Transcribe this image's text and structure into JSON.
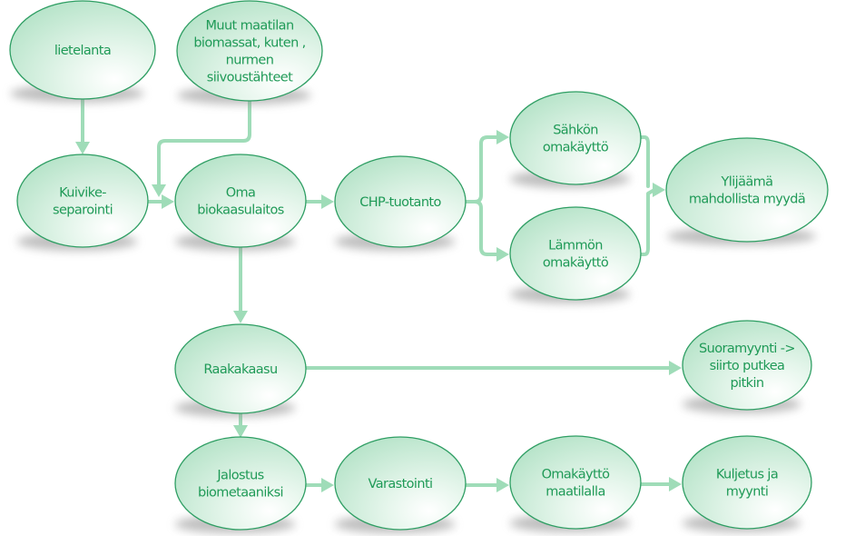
{
  "colors": {
    "node_fill_light": "#ffffff",
    "node_fill_dark": "#b9e6cc",
    "node_stroke": "#2e9e63",
    "text": "#1f9a57",
    "connector": "#9fdcb8",
    "shadow": "#8a8a8a"
  },
  "nodes": {
    "lietelanta": {
      "lines": [
        "lietelanta"
      ]
    },
    "muut": {
      "lines": [
        "Muut maatilan",
        "biomassat, kuten ,",
        "nurmen",
        "siivoustähteet"
      ]
    },
    "kuivike": {
      "lines": [
        "Kuivike-",
        "separointi"
      ]
    },
    "oma": {
      "lines": [
        "Oma",
        "biokaasulaitos"
      ]
    },
    "chp": {
      "lines": [
        "CHP-tuotanto"
      ]
    },
    "sahkon": {
      "lines": [
        "Sähkön",
        "omakäyttö"
      ]
    },
    "lammon": {
      "lines": [
        "Lämmön",
        "omakäyttö"
      ]
    },
    "ylijaama": {
      "lines": [
        "Ylijäämä",
        "mahdollista myydä"
      ]
    },
    "raakakaasu": {
      "lines": [
        "Raakakaasu"
      ]
    },
    "suoramyynti": {
      "lines": [
        "Suoramyynti ->",
        "siirto putkea",
        "pitkin"
      ]
    },
    "jalostus": {
      "lines": [
        "Jalostus",
        "biometaaniksi"
      ]
    },
    "varastointi": {
      "lines": [
        "Varastointi"
      ]
    },
    "omakaytto": {
      "lines": [
        "Omakäyttö",
        "maatilalla"
      ]
    },
    "kuljetus": {
      "lines": [
        "Kuljetus ja",
        "myynti"
      ]
    }
  },
  "edges": [
    [
      "lietelanta",
      "kuivike"
    ],
    [
      "muut",
      "oma"
    ],
    [
      "kuivike",
      "oma"
    ],
    [
      "oma",
      "chp"
    ],
    [
      "chp",
      "sahkon"
    ],
    [
      "chp",
      "lammon"
    ],
    [
      "sahkon",
      "ylijaama"
    ],
    [
      "lammon",
      "ylijaama"
    ],
    [
      "oma",
      "raakakaasu"
    ],
    [
      "raakakaasu",
      "suoramyynti"
    ],
    [
      "raakakaasu",
      "jalostus"
    ],
    [
      "jalostus",
      "varastointi"
    ],
    [
      "varastointi",
      "omakaytto"
    ],
    [
      "omakaytto",
      "kuljetus"
    ]
  ]
}
